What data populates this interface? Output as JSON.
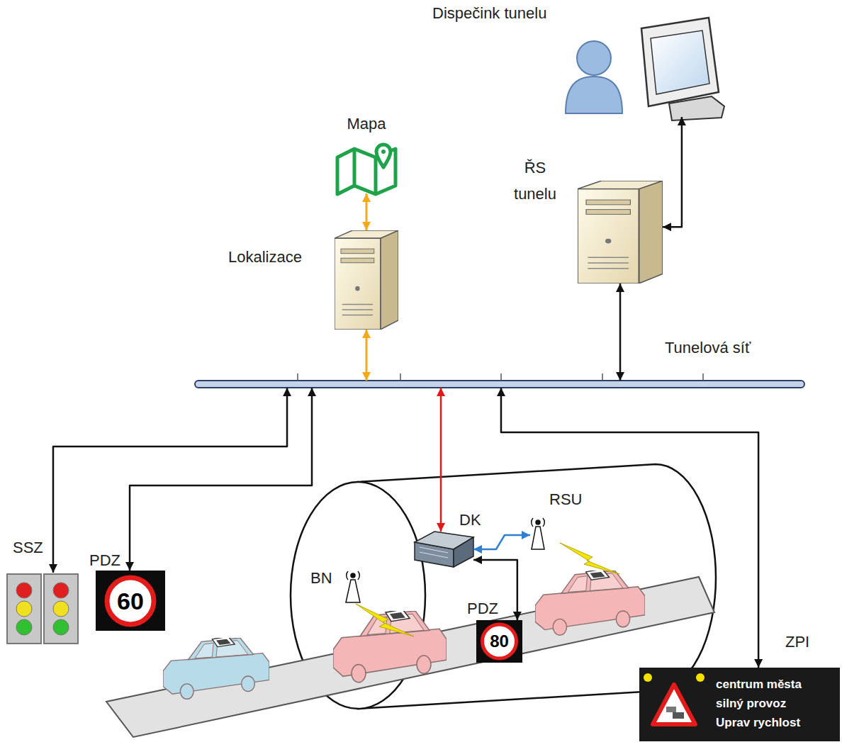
{
  "diagram": {
    "nodes": [
      {
        "text": [
          "Dispečink tunelu"
        ]
      },
      {
        "text": [
          "Mapa"
        ]
      },
      {
        "text": [
          "ŘS tunelu"
        ]
      },
      {
        "text": [
          "Lokalizace"
        ]
      },
      {
        "text": [
          "Tunelová síť"
        ]
      },
      {
        "text": [
          "DK"
        ]
      },
      {
        "text": [
          "RSU"
        ]
      },
      {
        "text": [
          "BN"
        ]
      },
      {
        "text": [
          "SSZ"
        ]
      },
      {
        "text": [
          "PDZ",
          "60"
        ]
      },
      {
        "text": [
          "PDZ",
          "80"
        ]
      },
      {
        "text": [
          "ZPI",
          "centrum města silný provoz Uprav rychlost"
        ]
      }
    ],
    "edges": [
      {
        "from": 1,
        "to": 3,
        "arrow": "both"
      },
      {
        "from": 3,
        "to": 4,
        "arrow": "both"
      },
      {
        "from": 2,
        "to": 0,
        "arrow": "both"
      },
      {
        "from": 2,
        "to": 4,
        "arrow": "both"
      },
      {
        "from": 4,
        "to": 5,
        "arrow": "both"
      },
      {
        "from": 5,
        "to": 6,
        "arrow": "both"
      },
      {
        "from": 5,
        "to": 10,
        "arrow": "both"
      },
      {
        "from": 8,
        "to": 4,
        "arrow": "both"
      },
      {
        "from": 9,
        "to": 4,
        "arrow": "both"
      },
      {
        "from": 11,
        "to": 4,
        "arrow": "both"
      }
    ]
  }
}
